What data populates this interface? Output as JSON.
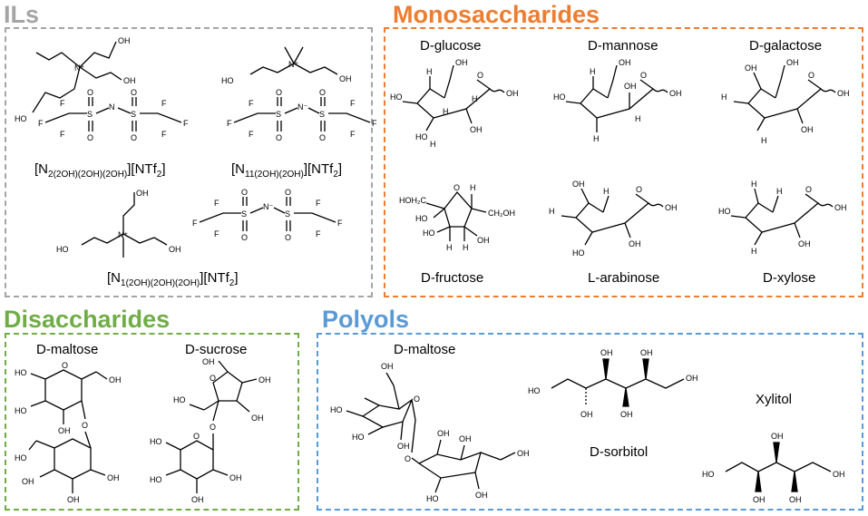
{
  "colors": {
    "ils": "#a5a5a5",
    "monosaccharides": "#ed7d31",
    "disaccharides": "#70ad47",
    "polyols": "#5b9bd5"
  },
  "sections": {
    "ils": {
      "title": "ILs",
      "compounds": [
        {
          "cation": "N",
          "sub": "2(2OH)(2OH)(2OH)",
          "anion": "[NTf",
          "anion_sub": "2",
          "close": "]"
        },
        {
          "cation": "N",
          "sub": "11(2OH)(2OH)",
          "anion": "[NTf",
          "anion_sub": "2",
          "close": "]"
        },
        {
          "cation": "N",
          "sub": "1(2OH)(2OH)(2OH)",
          "anion": "[NTf",
          "anion_sub": "2",
          "close": "]"
        }
      ]
    },
    "monosaccharides": {
      "title": "Monosaccharides",
      "items": [
        "D-glucose",
        "D-mannose",
        "D-galactose",
        "D-fructose",
        "L-arabinose",
        "D-xylose"
      ]
    },
    "disaccharides": {
      "title": "Disaccharides",
      "items": [
        "D-maltose",
        "D-sucrose"
      ]
    },
    "polyols": {
      "title": "Polyols",
      "items": [
        "D-maltose",
        "D-sorbitol",
        "Xylitol"
      ]
    }
  },
  "atoms": {
    "oh": "OH",
    "ho": "HO",
    "h": "H",
    "o": "O",
    "f": "F",
    "s": "S",
    "n": "N",
    "nminus": "N⁻",
    "nplus": "N⁺",
    "ch2oh": "CH₂OH",
    "hoh2c": "HOH₂C"
  }
}
